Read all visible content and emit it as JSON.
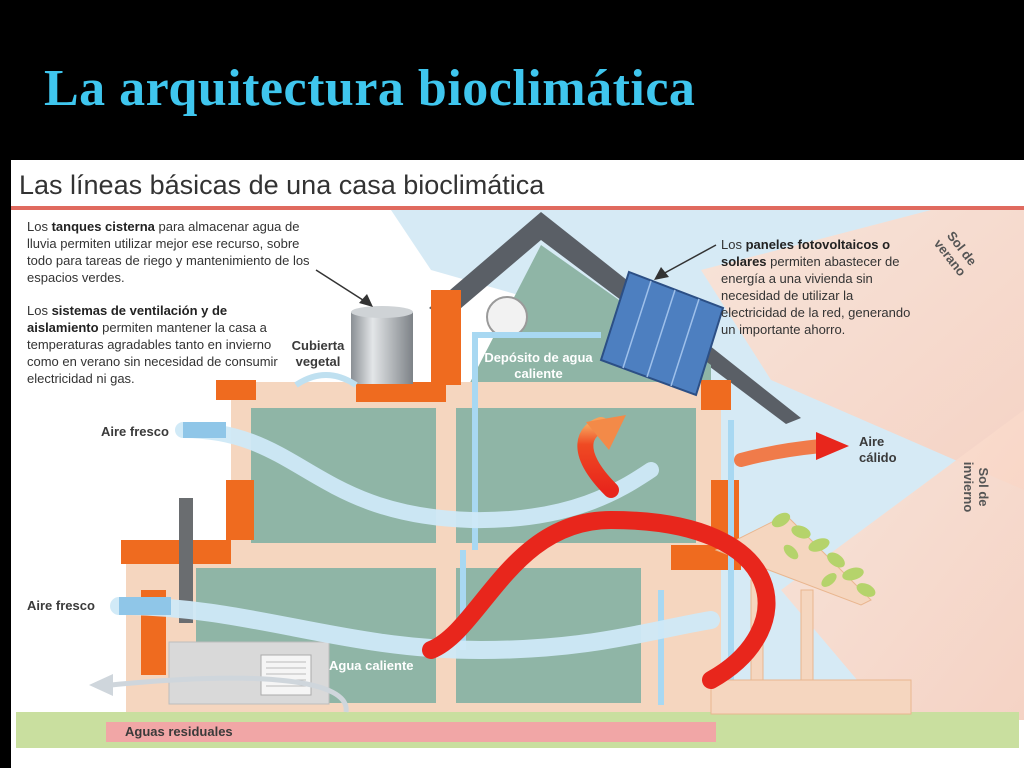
{
  "slide": {
    "title": "La arquitectura bioclimática"
  },
  "diagram": {
    "title": "Las líneas básicas de una casa bioclimática",
    "notes": {
      "cisterns": {
        "pre": "Los ",
        "bold": "tanques cisterna",
        "post": " para almacenar agua de lluvia permiten utilizar mejor ese recurso, sobre todo para tareas de riego y mantenimiento de los espacios verdes."
      },
      "ventilation": {
        "pre": "Los ",
        "bold": "sistemas de ventilación y de aislamiento",
        "post": " permiten mantener la casa a temperaturas agradables tanto en invierno como en verano sin necesidad de consumir electricidad ni gas."
      },
      "solar": {
        "pre": "Los ",
        "bold": "paneles fotovoltaicos o solares",
        "post": " permiten abastecer de energía a una vivienda sin necesidad de utilizar la electricidad de la red, generando un importante ahorro."
      }
    },
    "labels": {
      "green_roof": "Cubierta vegetal",
      "hot_water_tank": "Depósito de agua caliente",
      "fresh_air_top": "Aire fresco",
      "fresh_air_bottom": "Aire fresco",
      "warm_air": "Aire cálido",
      "hot_water": "Agua caliente",
      "wastewater": "Aguas residuales",
      "summer_sun": "Sol de verano",
      "winter_sun": "Sol de invierno"
    },
    "colors": {
      "wall": "#f5d6bf",
      "room": "#8fb5a6",
      "orange": "#ef6b1f",
      "sky": "#cfe6f3",
      "roof": "#5a5f66",
      "panel": "#4d7fc0",
      "warm_arrow": "#e8261c",
      "fresh_arrow": "#9fd1ee",
      "ground": "#c9df9f",
      "wastewater_band": "#f1a6a6"
    }
  }
}
